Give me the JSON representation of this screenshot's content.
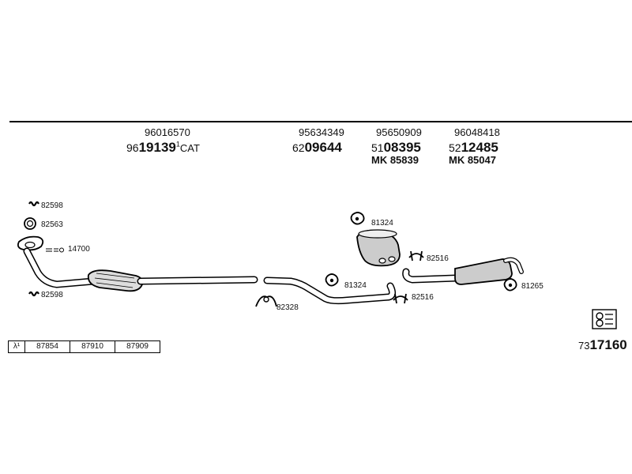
{
  "header": {
    "groups": [
      {
        "top": "96016570",
        "prefix": "96",
        "main": "19139",
        "suffix_sup": "1",
        "suffix": "CAT",
        "mk": ""
      },
      {
        "top": "95634349",
        "prefix": "62",
        "main": "09644",
        "suffix_sup": "",
        "suffix": "",
        "mk": ""
      },
      {
        "top": "95650909",
        "prefix": "51",
        "main": "08395",
        "suffix_sup": "",
        "suffix": "",
        "mk": "MK 85839"
      },
      {
        "top": "96048418",
        "prefix": "52",
        "main": "12485",
        "suffix_sup": "",
        "suffix": "",
        "mk": "MK 85047"
      }
    ]
  },
  "labels": {
    "clamp_top": "82598",
    "gasket_ring": "82563",
    "gasket_14700": "14700",
    "clamp_bottom": "82598",
    "clamp_82328": "82328",
    "rubber_81324_a": "81324",
    "rubber_81324_b": "81324",
    "clamp_82516_a": "82516",
    "clamp_82516_b": "82516",
    "rubber_81265": "81265"
  },
  "footer": {
    "table": [
      "λ¹",
      "87854",
      "87910",
      "87909"
    ],
    "catalog_prefix": "73",
    "catalog_main": "17160"
  }
}
